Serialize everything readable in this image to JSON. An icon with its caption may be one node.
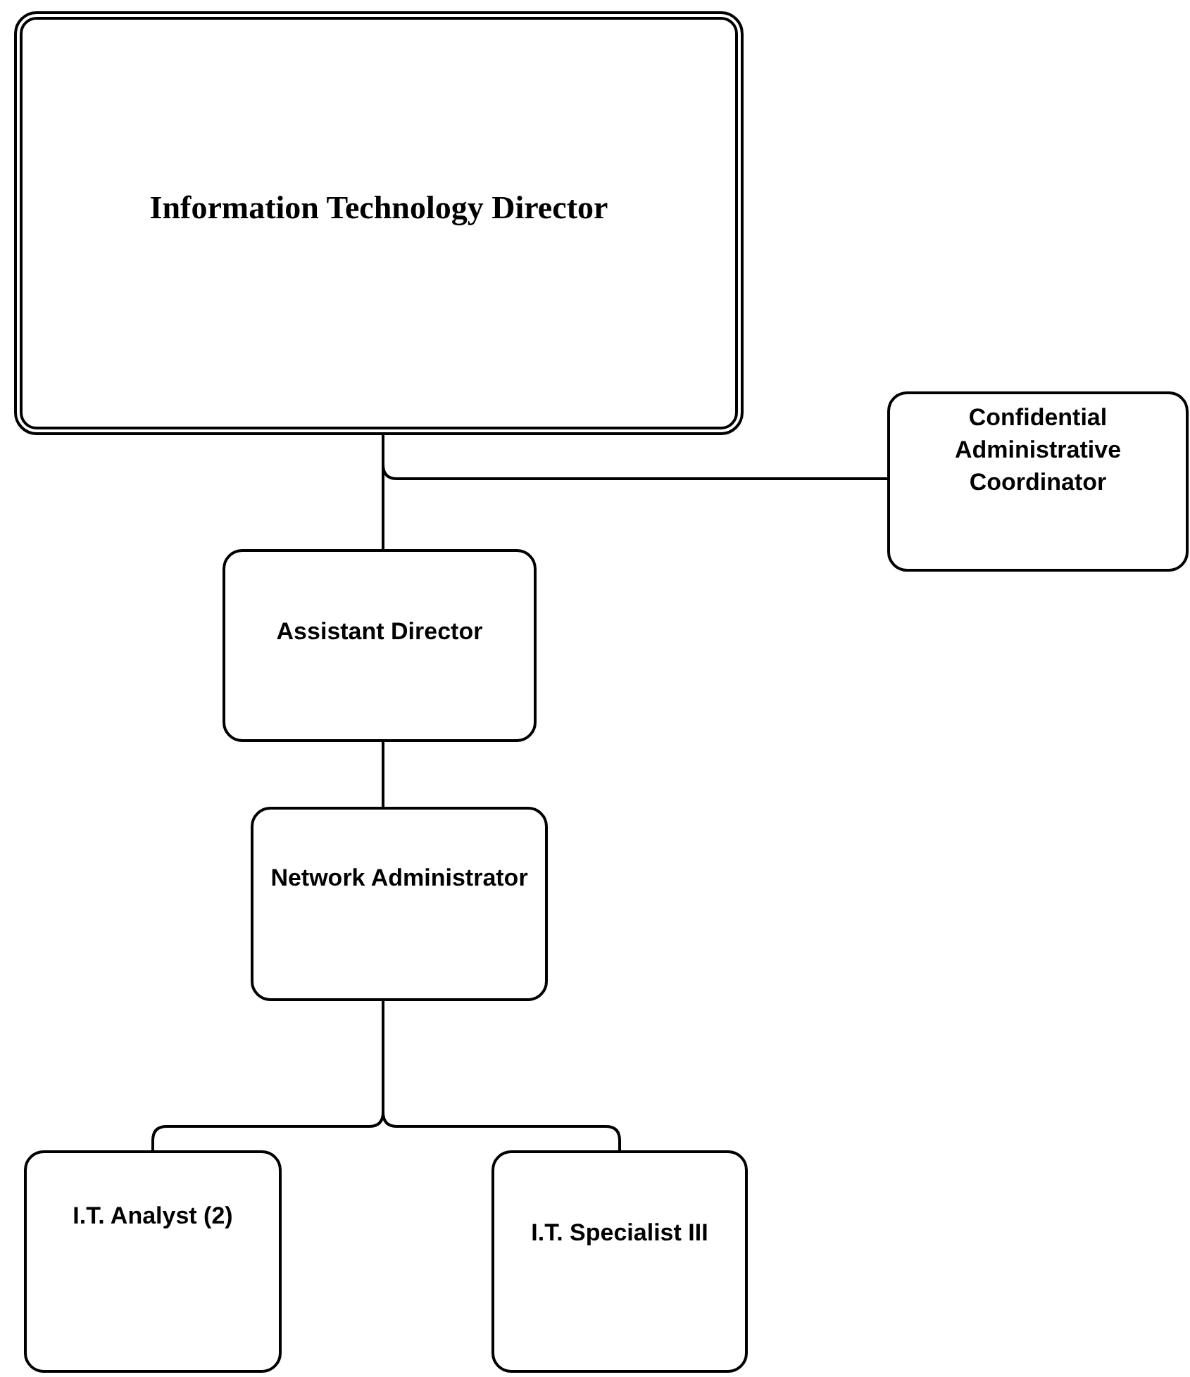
{
  "diagram": {
    "nodes": [
      {
        "text": [
          "Information Technology Director"
        ]
      },
      {
        "text": [
          "Confidential Administrative Coordinator"
        ]
      },
      {
        "text": [
          "Assistant Director"
        ]
      },
      {
        "text": [
          "Network Administrator"
        ]
      },
      {
        "text": [
          "I.T. Analyst (2)"
        ]
      },
      {
        "text": [
          "I.T. Specialist III"
        ]
      }
    ],
    "edges": [
      {
        "from": 0,
        "to": 1,
        "arrow": "none"
      },
      {
        "from": 0,
        "to": 2,
        "arrow": "none"
      },
      {
        "from": 2,
        "to": 3,
        "arrow": "none"
      },
      {
        "from": 3,
        "to": 4,
        "arrow": "none"
      },
      {
        "from": 3,
        "to": 5,
        "arrow": "none"
      }
    ]
  }
}
